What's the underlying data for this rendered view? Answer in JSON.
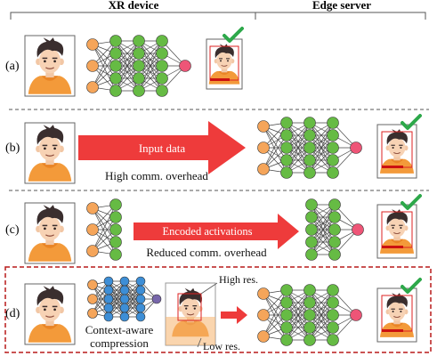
{
  "header": {
    "xr_device": "XR device",
    "edge_server": "Edge server"
  },
  "rows": [
    {
      "label": "(a)"
    },
    {
      "label": "(b)",
      "arrow_label": "Input data",
      "caption": "High comm. overhead"
    },
    {
      "label": "(c)",
      "arrow_label": "Encoded activations",
      "caption": "Reduced comm. overhead"
    },
    {
      "label": "(d)",
      "compress_line1": "Context-aware",
      "compress_line2": "compression",
      "high_res": "High res.",
      "low_res": "Low res."
    }
  ],
  "colors": {
    "orange_node": "#F5A55A",
    "green_node": "#66BB44",
    "pink_node": "#EE5577",
    "blue_node": "#3D8ED6",
    "purple_node": "#7766AA",
    "arrow_red": "#EE3B3B",
    "check_green": "#2DA84A",
    "dash_red": "#B81A1A",
    "divider": "#555555"
  },
  "icons": [
    "person-icon",
    "checkmark-icon",
    "neural-network-icon",
    "arrow-right-icon"
  ]
}
